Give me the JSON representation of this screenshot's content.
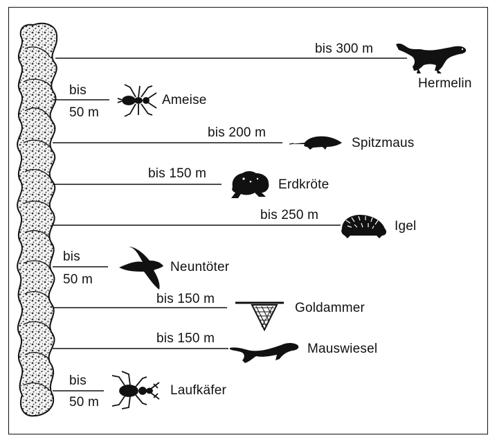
{
  "entries": [
    {
      "distance": "bis 300 m",
      "animal": "Hermelin",
      "icon": "weasel-icon"
    },
    {
      "distance_line1": "bis",
      "distance_line2": "50 m",
      "animal": "Ameise",
      "icon": "ant-icon"
    },
    {
      "distance": "bis 200 m",
      "animal": "Spitzmaus",
      "icon": "shrew-icon"
    },
    {
      "distance": "bis 150 m",
      "animal": "Erdkröte",
      "icon": "toad-icon"
    },
    {
      "distance": "bis 250 m",
      "animal": "Igel",
      "icon": "hedgehog-icon"
    },
    {
      "distance_line1": "bis",
      "distance_line2": "50 m",
      "animal": "Neuntöter",
      "icon": "shrike-icon"
    },
    {
      "distance": "bis 150 m",
      "animal": "Goldammer",
      "icon": "bunting-icon"
    },
    {
      "distance": "bis 150 m",
      "animal": "Mauswiesel",
      "icon": "least-weasel-icon"
    },
    {
      "distance_line1": "bis",
      "distance_line2": "50 m",
      "animal": "Laufkäfer",
      "icon": "beetle-icon"
    }
  ],
  "hedge": {
    "icon": "hedge-icon",
    "color": "#222222"
  }
}
